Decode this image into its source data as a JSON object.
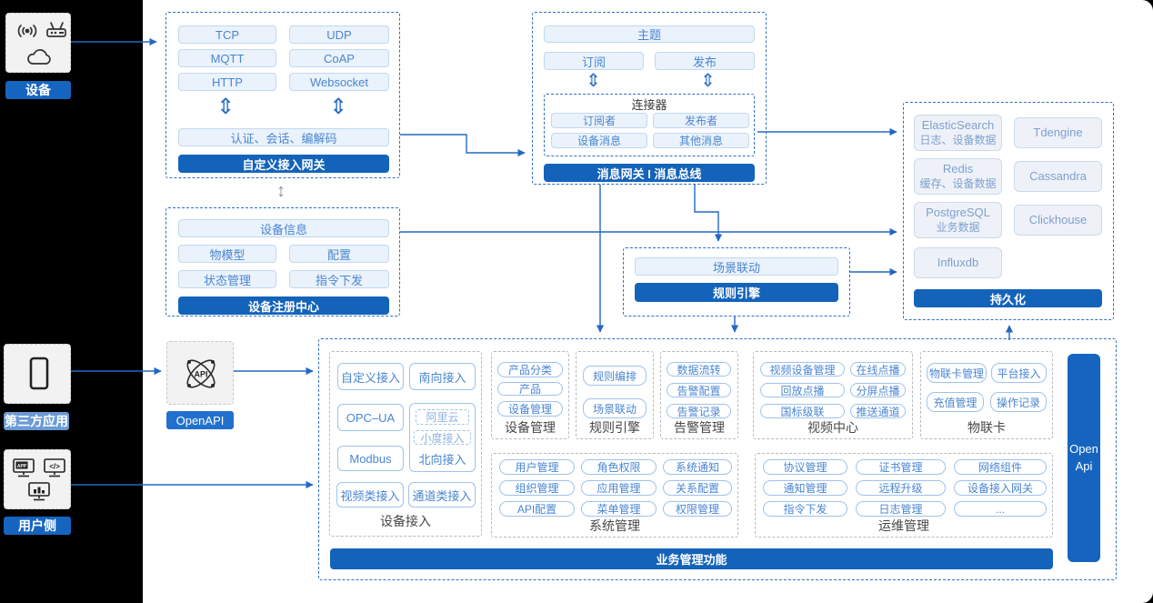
{
  "colors": {
    "accent": "#2268c4",
    "bar_blue": "#1463ba",
    "label_blue": "#1565c0",
    "label_light_blue": "#6b9ad6",
    "pill_text": "#4a86d2"
  },
  "left_rail": {
    "device": {
      "label": "设备"
    },
    "third_party": {
      "label": "第三方应用"
    },
    "user_side": {
      "label": "用户侧"
    }
  },
  "gateway_box": {
    "items": [
      "TCP",
      "UDP",
      "MQTT",
      "CoAP",
      "HTTP",
      "Websocket"
    ],
    "auth": "认证、会话、编解码",
    "bar": "自定义接入网关"
  },
  "message_box": {
    "topic": "主题",
    "subscribe": "订阅",
    "publish": "发布",
    "connector": {
      "title": "连接器",
      "items": [
        "订阅者",
        "发布者",
        "设备消息",
        "其他消息"
      ]
    },
    "bar": "消息网关 I 消息总线"
  },
  "registry_box": {
    "device_info": "设备信息",
    "items": [
      "物模型",
      "配置",
      "状态管理",
      "指令下发"
    ],
    "bar": "设备注册中心"
  },
  "rule_box": {
    "scene": "场景联动",
    "bar": "规则引擎"
  },
  "persistence_box": {
    "cells": [
      {
        "name": "ElasticSearch",
        "desc": "日志、设备数据"
      },
      {
        "name": "Tdengine",
        "desc": ""
      },
      {
        "name": "Redis",
        "desc": "缓存、设备数据"
      },
      {
        "name": "Cassandra",
        "desc": ""
      },
      {
        "name": "PostgreSQL",
        "desc": "业务数据"
      },
      {
        "name": "Clickhouse",
        "desc": ""
      },
      {
        "name": "Influxdb",
        "desc": ""
      }
    ],
    "bar": "持久化"
  },
  "openapi": {
    "label": "OpenAPI",
    "icon_text": "API"
  },
  "business": {
    "device_access": {
      "label": "设备接入",
      "items": [
        "自定义接入",
        "南向接入",
        "OPC–UA",
        "Modbus",
        "视频类接入",
        "通道类接入"
      ],
      "north": {
        "label": "北向接入",
        "items": [
          "阿里云",
          "小度接入"
        ]
      }
    },
    "device_mgmt": {
      "label": "设备管理",
      "items": [
        "产品分类",
        "产品",
        "设备管理"
      ]
    },
    "rule_engine": {
      "label": "规则引擎",
      "items": [
        "规则编排",
        "场景联动"
      ]
    },
    "alarm": {
      "label": "告警管理",
      "items": [
        "数据流转",
        "告警配置",
        "告警记录"
      ]
    },
    "video": {
      "label": "视频中心",
      "items": [
        "视频设备管理",
        "在线点播",
        "回放点播",
        "分屏点播",
        "国标级联",
        "推送通道"
      ]
    },
    "iot_card": {
      "label": "物联卡",
      "items": [
        "物联卡管理",
        "平台接入",
        "充值管理",
        "操作记录"
      ]
    },
    "system": {
      "label": "系统管理",
      "items": [
        "用户管理",
        "角色权限",
        "系统通知",
        "组织管理",
        "应用管理",
        "关系配置",
        "API配置",
        "菜单管理",
        "权限管理"
      ]
    },
    "ops": {
      "label": "运维管理",
      "items": [
        "协议管理",
        "证书管理",
        "网络组件",
        "通知管理",
        "远程升级",
        "设备接入网关",
        "指令下发",
        "日志管理",
        "..."
      ]
    },
    "bar": "业务管理功能",
    "open_api_line1": "Open",
    "open_api_line2": "Api"
  }
}
